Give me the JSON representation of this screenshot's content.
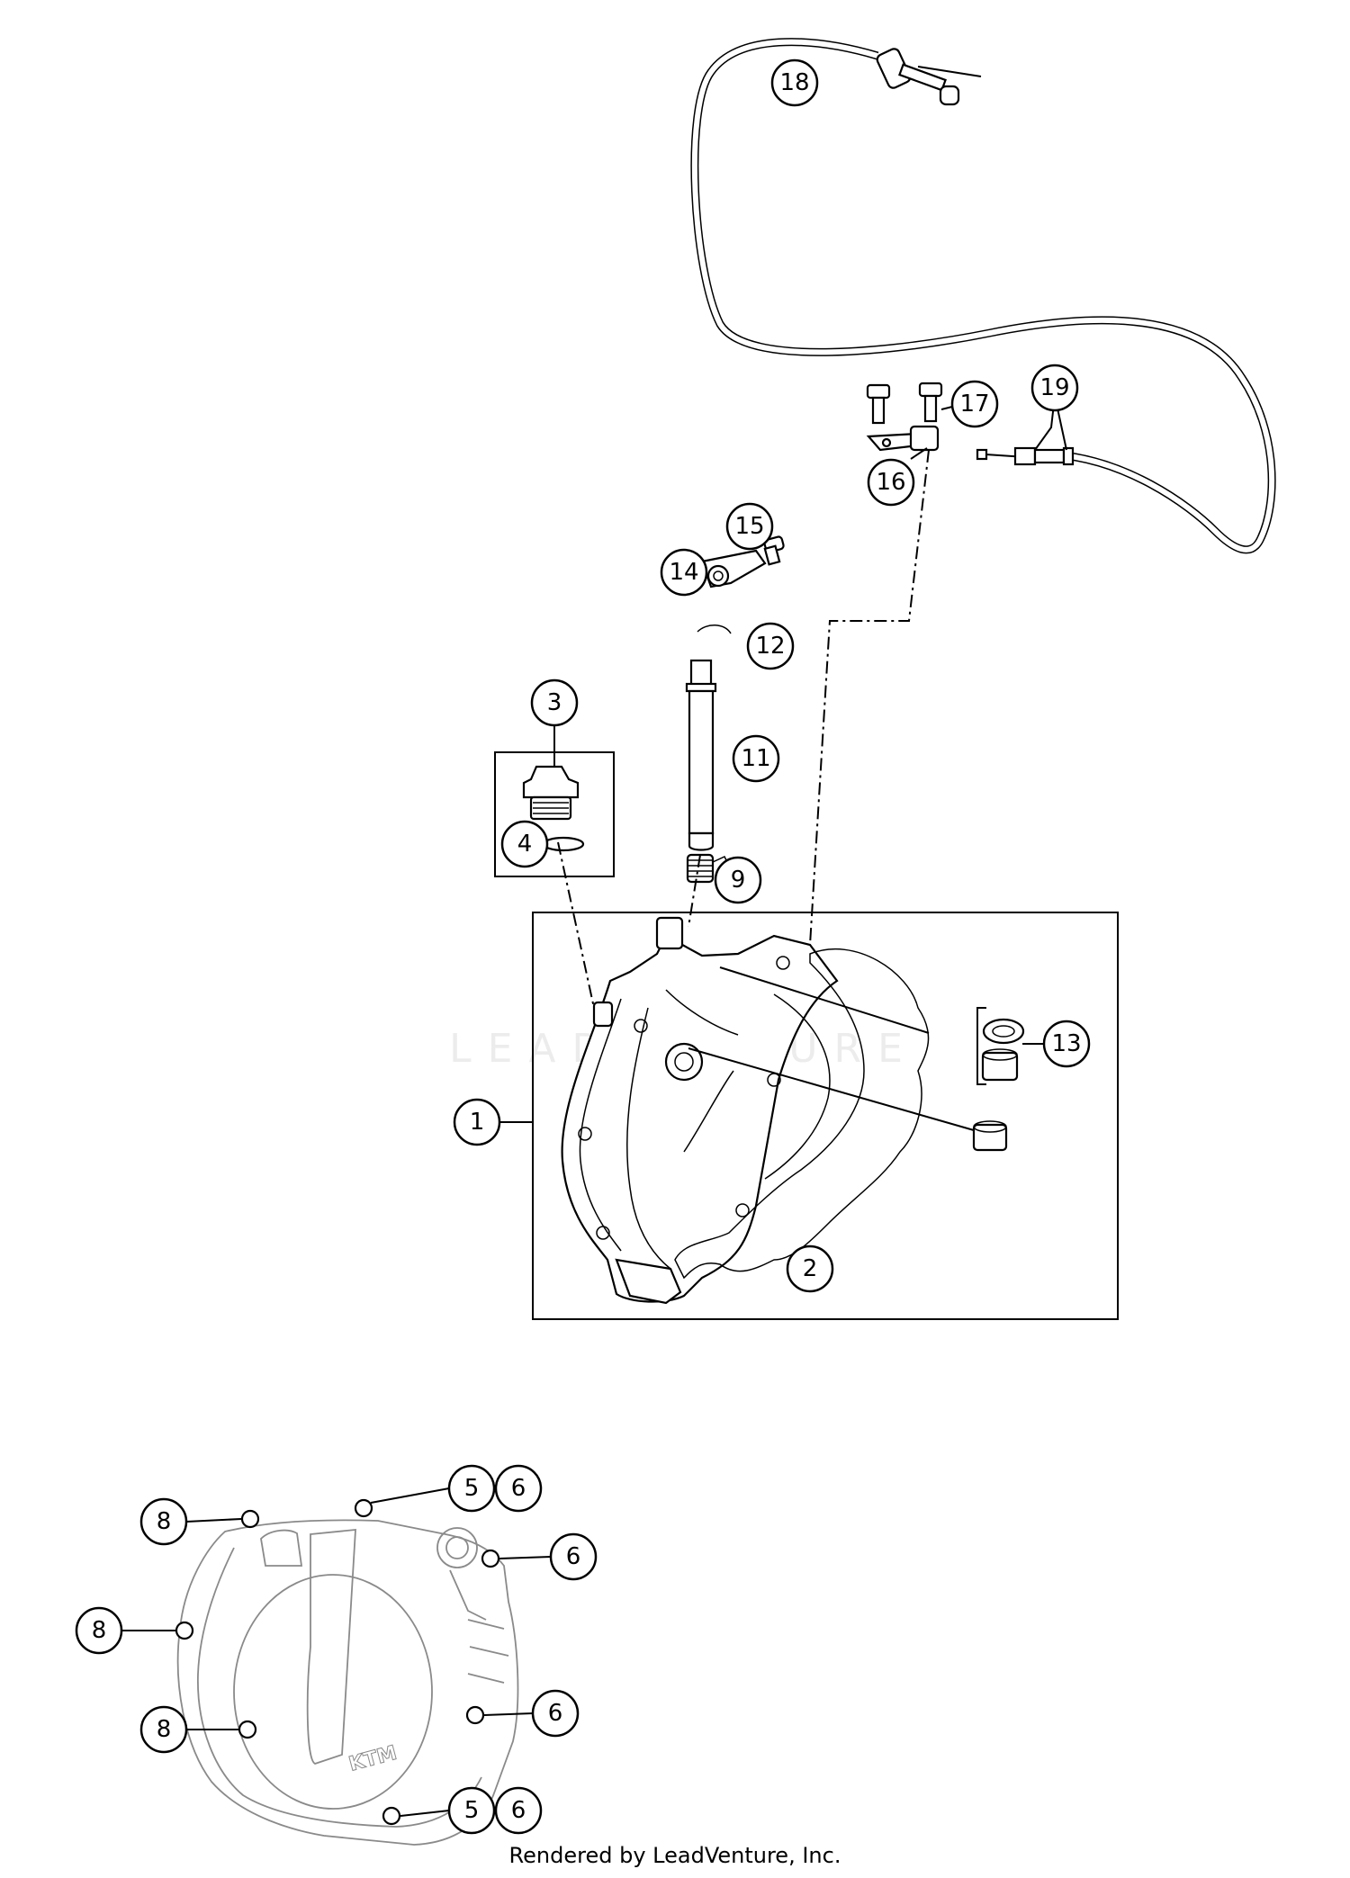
{
  "callouts": {
    "c1": "1",
    "c2": "2",
    "c3": "3",
    "c4": "4",
    "c5a": "5",
    "c6a": "6",
    "c5b": "5",
    "c6b": "6",
    "c6c": "6",
    "c6d": "6",
    "c8a": "8",
    "c8b": "8",
    "c8c": "8",
    "c9": "9",
    "c11": "11",
    "c12": "12",
    "c13": "13",
    "c14": "14",
    "c15": "15",
    "c16": "16",
    "c17": "17",
    "c18": "18",
    "c19": "19"
  },
  "watermark": "LEADVENTURE",
  "footer": "Rendered by LeadVenture, Inc."
}
